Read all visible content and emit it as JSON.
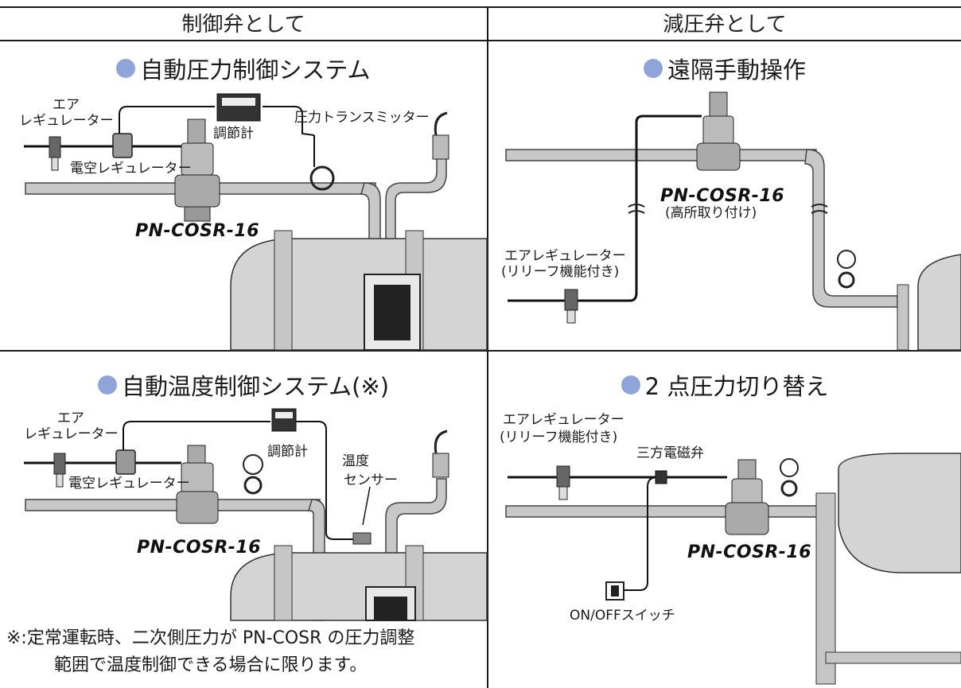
{
  "headers": {
    "left": "制御弁として",
    "right": "減圧弁として"
  },
  "accent_color": "#8fa4d8",
  "panels": {
    "auto_pressure": {
      "title": "自動圧力制御システム",
      "air_regulator_line1": "エア",
      "air_regulator_line2": "レギュレーター",
      "controller": "調節計",
      "pressure_transmitter": "圧力トランスミッター",
      "ep_regulator": "電空レギュレーター",
      "model": "PN-COSR-16"
    },
    "remote_manual": {
      "title": "遠隔手動操作",
      "model": "PN-COSR-16",
      "model_note": "(高所取り付け)",
      "air_regulator_line1": "エアレギュレーター",
      "air_regulator_line2": "(リリーフ機能付き)"
    },
    "auto_temperature": {
      "title": "自動温度制御システム(※)",
      "air_regulator_line1": "エア",
      "air_regulator_line2": "レギュレーター",
      "controller": "調節計",
      "ep_regulator": "電空レギュレーター",
      "temp_sensor_line1": "温度",
      "temp_sensor_line2": "センサー",
      "model": "PN-COSR-16",
      "note_line1": "※:定常運転時、二次側圧力が PN-COSR の圧力調整",
      "note_line2": "範囲で温度制御できる場合に限ります。"
    },
    "two_point": {
      "title": "2 点圧力切り替え",
      "air_regulator_line1": "エアレギュレーター",
      "air_regulator_line2": "(リリーフ機能付き)",
      "solenoid_valve": "三方電磁弁",
      "switch": "ON/OFFスイッチ",
      "model": "PN-COSR-16"
    }
  }
}
